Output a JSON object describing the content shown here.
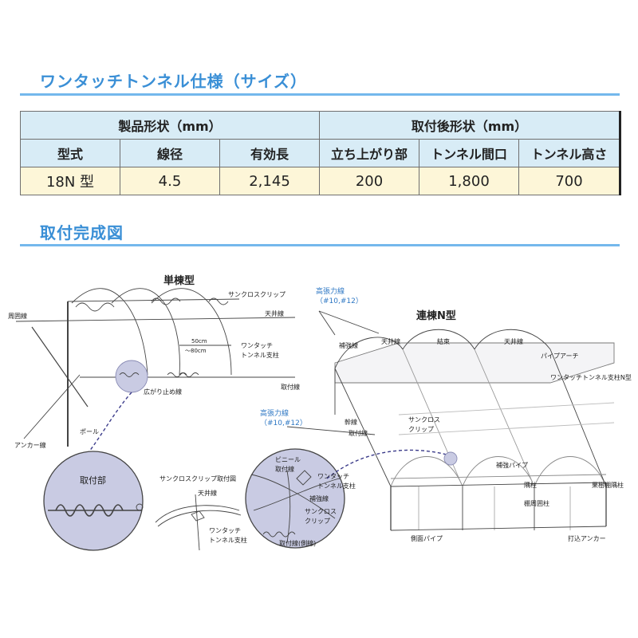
{
  "spec_title": "ワンタッチトンネル仕様（サイズ）",
  "table": {
    "group_product": "製品形状（mm）",
    "group_installed": "取付後形状（mm）",
    "columns": [
      "型式",
      "線径",
      "有効長",
      "立ち上がり部",
      "トンネル間口",
      "トンネル高さ"
    ],
    "row": [
      "18N 型",
      "4.5",
      "2,145",
      "200",
      "1,800",
      "700"
    ]
  },
  "install_title": "取付完成図",
  "single": {
    "title": "単棟型",
    "labels": {
      "sunclip": "サンクロスクリップ",
      "perimeter": "周囲線",
      "ceiling": "天井線",
      "spacing1": "50cm",
      "spacing2": "〜80cm",
      "support1": "ワンタッチ",
      "support2": "トンネル支柱",
      "spread": "広がり止め線",
      "mount_wire": "取付線",
      "anchor": "アンカー線",
      "pole": "ポール",
      "tension1": "高張力線",
      "tension2": "（#10,#12）"
    }
  },
  "detail_a": {
    "label": "取付部"
  },
  "clip_detail": {
    "title": "サンクロスクリップ取付図",
    "ceiling": "天井線",
    "support1": "ワンタッチ",
    "support2": "トンネル支柱"
  },
  "detail_b": {
    "vinyl": "ビニール",
    "mount_wire": "取付線",
    "support1": "ワンタッチ",
    "support2": "トンネル支柱",
    "reinforce": "補強線",
    "clip1": "サンクロス",
    "clip2": "クリップ",
    "side_wire": "取付線(側線)"
  },
  "multi": {
    "title": "連棟N型",
    "labels": {
      "reinforce": "補強線",
      "ceiling1": "天井線",
      "tie": "結束",
      "ceiling2": "天井線",
      "pipe_arch": "パイプアーチ",
      "support": "ワンタッチトンネル支柱N型",
      "trunk": "幹線",
      "mount_wire": "取付線",
      "clip1": "サンクロス",
      "clip2": "クリップ",
      "reinforce_pipe": "補強パイプ",
      "corner_post": "隅柱",
      "orchard_post": "果樹棚隅柱",
      "shelf_post": "棚周囲柱",
      "side_pipe": "側面パイプ",
      "anchor": "打込アンカー",
      "tension1": "高張力線",
      "tension2": "（#10,#12）"
    }
  },
  "colors": {
    "accent": "#3a8fd6",
    "rule": "#74b8ec",
    "header_bg": "#d8ecf6",
    "row_bg": "#fdf6d8",
    "detail_circle": "#c9cbe3"
  }
}
